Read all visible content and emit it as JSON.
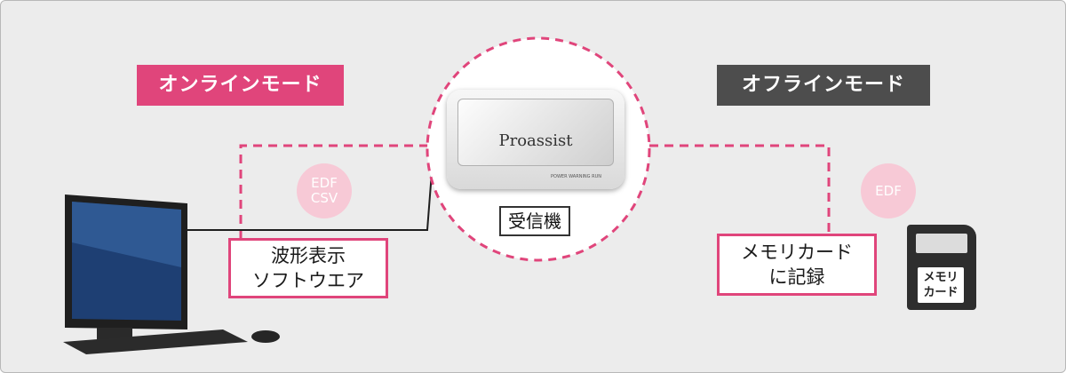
{
  "modes": {
    "online_label": "オンラインモード",
    "offline_label": "オフラインモード"
  },
  "formats": {
    "online_line1": "EDF",
    "online_line2": "CSV",
    "offline": "EDF"
  },
  "labels": {
    "software_line1": "波形表示",
    "software_line2": "ソフトウエア",
    "receiver": "受信機",
    "memory_line1": "メモリカード",
    "memory_line2": "に記録"
  },
  "device": {
    "brand": "Proassist",
    "status": "POWER  WARNING  RUN"
  },
  "sd_card": {
    "line1": "メモリ",
    "line2": "カード"
  },
  "colors": {
    "accent": "#e0457b",
    "offline": "#4d4d4d",
    "bubble": "#f7c9d6"
  }
}
